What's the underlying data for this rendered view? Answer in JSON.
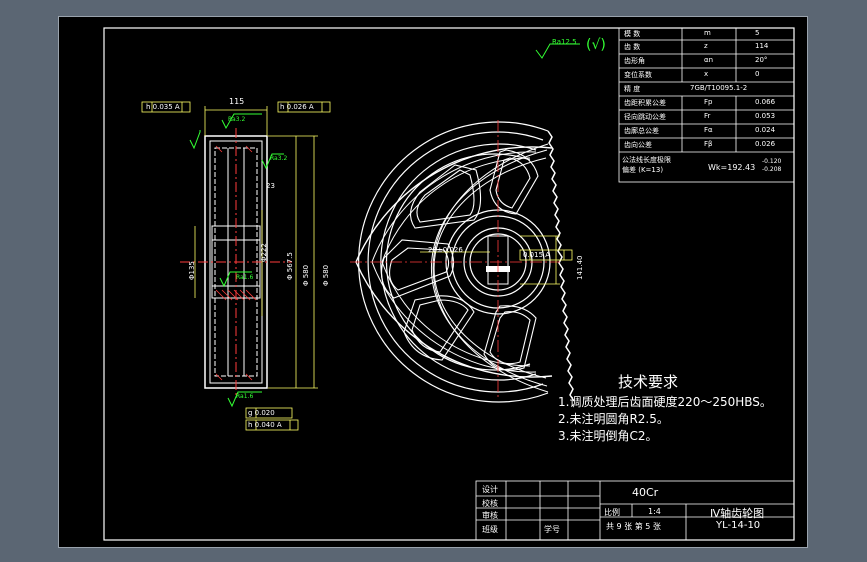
{
  "dims": {
    "tol_left": "h  0.035 A",
    "tol_right": "h  0.026  A",
    "width": "115",
    "tol_g": "g  0.020",
    "tol_bottom": "h  0.040  A",
    "rough_a": "Ra3.2",
    "rough_b": "Ra1.6",
    "rough_global": "Ra12.5",
    "check": "(√)",
    "d23": "23",
    "d_bore": "Φ222",
    "d_root": "Φ 567.5",
    "d_pitch": "Φ 580",
    "d_outer": "Φ 580",
    "d_hub": "Φ135",
    "key_w": "28±0.026",
    "key_tol": "0.015 A",
    "key_depth": "141.40"
  },
  "params": [
    {
      "name": "模  数",
      "sym": "m",
      "val": "5"
    },
    {
      "name": "齿  数",
      "sym": "z",
      "val": "114"
    },
    {
      "name": "齿形角",
      "sym": "αn",
      "val": "20°"
    },
    {
      "name": "变位系数",
      "sym": "x",
      "val": "0"
    },
    {
      "name": "精  度",
      "sym": "",
      "val": "7GB/T10095.1-2"
    },
    {
      "name": "齿距积累公差",
      "sym": "Fp",
      "val": "0.066"
    },
    {
      "name": "径向跳动公差",
      "sym": "Fr",
      "val": "0.053"
    },
    {
      "name": "齿廓总公差",
      "sym": "Fα",
      "val": "0.024"
    },
    {
      "name": "齿向公差",
      "sym": "Fβ",
      "val": "0.026"
    }
  ],
  "params_last": {
    "label": "公法线长度极限",
    "label2": "偏差 (K=13)",
    "value": "Wk=192.43",
    "tol_upper": "-0.120",
    "tol_lower": "-0.208"
  },
  "tech": {
    "title": "技术要求",
    "items": [
      "1.调质处理后齿面硬度220～250HBS。",
      "2.未注明圆角R2.5。",
      "3.未注明倒角C2。"
    ]
  },
  "title_block": {
    "design": "设计",
    "check": "校核",
    "review": "审核",
    "class": "班级",
    "student_id": "学号",
    "material": "40Cr",
    "scale_label": "比例",
    "scale_value": "1:4",
    "sheets": "共 9 张   第 5 张",
    "drawing_name": "Ⅳ轴齿轮图",
    "drawing_number": "YL-14-10"
  }
}
